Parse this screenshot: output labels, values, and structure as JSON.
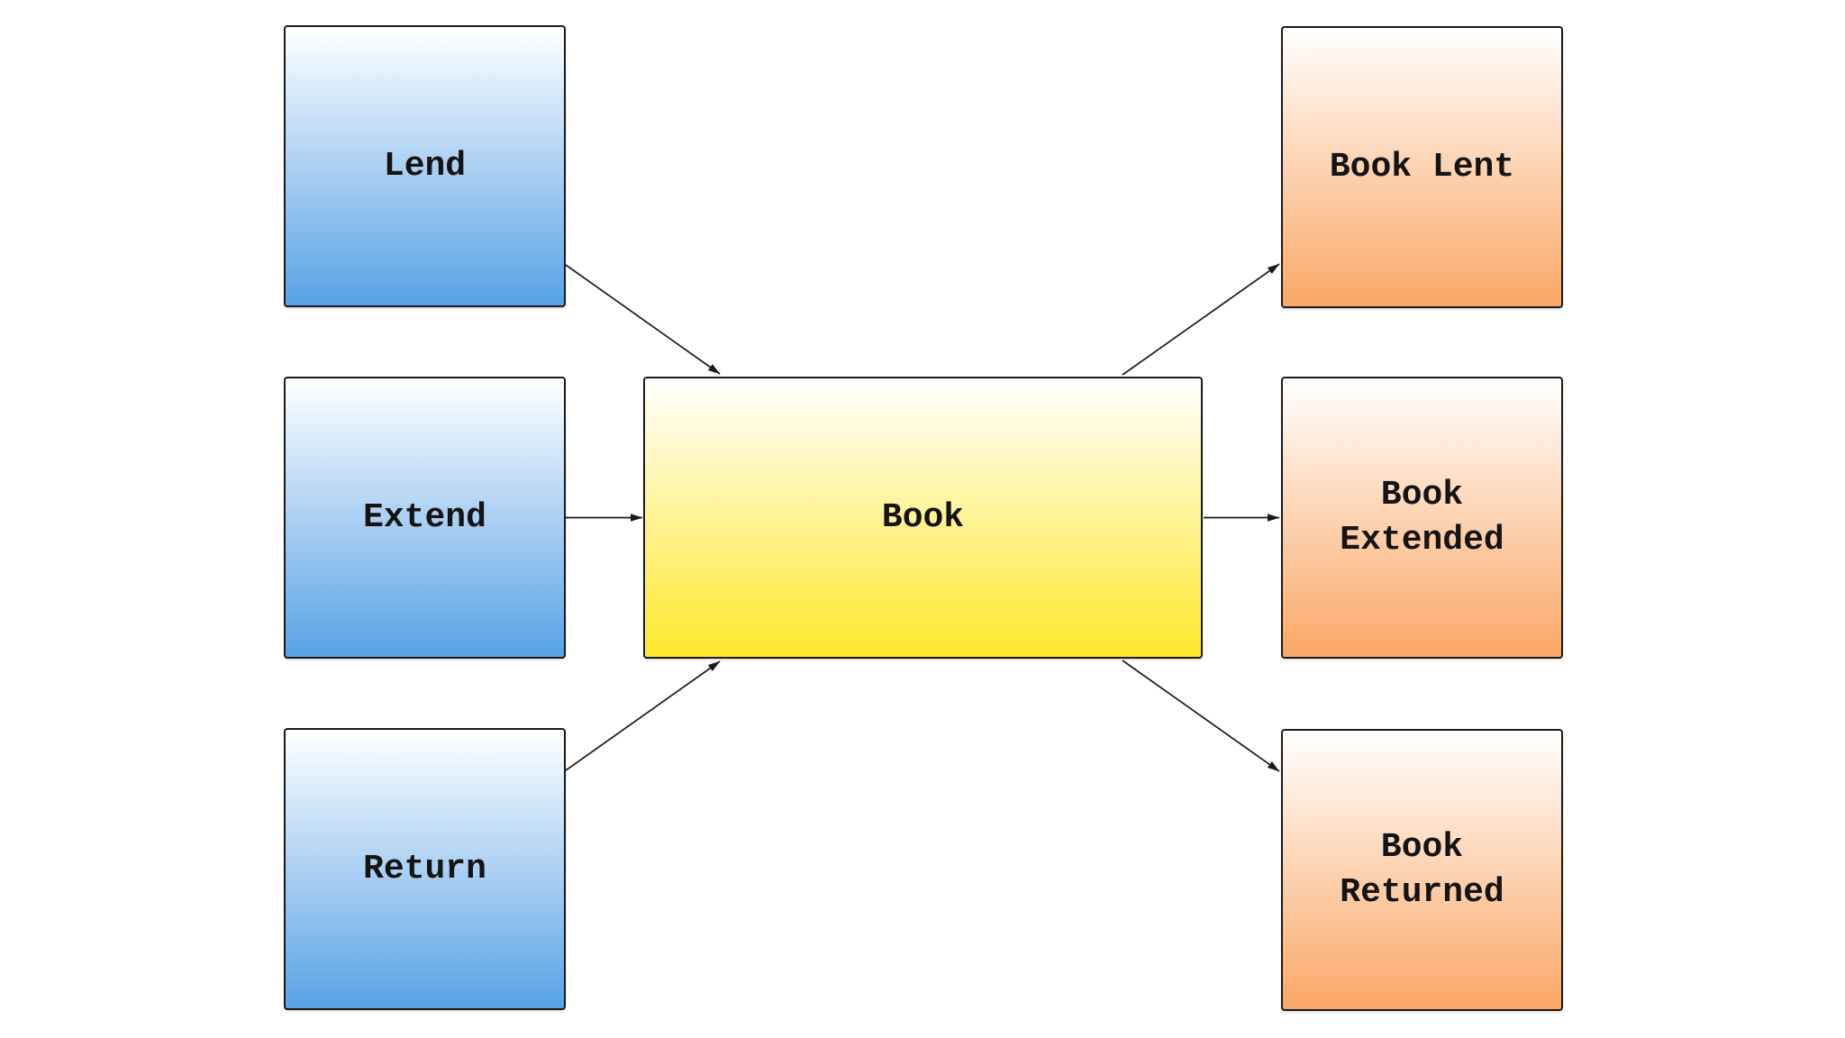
{
  "diagram": {
    "background": "#ffffff",
    "stroke": "#1a1a1a",
    "text_color": "#141414",
    "nodes": {
      "lend": {
        "label": "Lend",
        "fill_top": "#ffffff",
        "fill_bottom": "#58a2e6"
      },
      "extend": {
        "label": "Extend",
        "fill_top": "#ffffff",
        "fill_bottom": "#58a2e6"
      },
      "return": {
        "label": "Return",
        "fill_top": "#ffffff",
        "fill_bottom": "#58a2e6"
      },
      "book": {
        "label": "Book",
        "fill_top": "#ffffff",
        "fill_bottom": "#ffe72b"
      },
      "book_lent": {
        "label": "Book Lent",
        "fill_top": "#ffffff",
        "fill_bottom": "#fba765"
      },
      "book_extended": {
        "label": "Book Extended",
        "fill_top": "#ffffff",
        "fill_bottom": "#fba765"
      },
      "book_returned": {
        "label": "Book Returned",
        "fill_top": "#ffffff",
        "fill_bottom": "#fba765"
      }
    },
    "edges": [
      {
        "from": "Lend",
        "to": "Book"
      },
      {
        "from": "Extend",
        "to": "Book"
      },
      {
        "from": "Return",
        "to": "Book"
      },
      {
        "from": "Book",
        "to": "Book Lent"
      },
      {
        "from": "Book",
        "to": "Book Extended"
      },
      {
        "from": "Book",
        "to": "Book Returned"
      }
    ]
  }
}
